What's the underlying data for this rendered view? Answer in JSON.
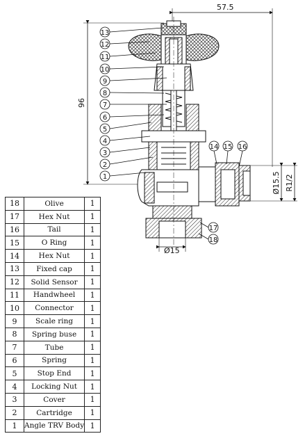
{
  "dimensions": {
    "width_top": "57.5",
    "height_left": "96",
    "thread_bore": "Ø15.5",
    "thread_spec": "R1/2",
    "outlet_bore": "Ø15"
  },
  "callouts": [
    "1",
    "2",
    "3",
    "4",
    "5",
    "6",
    "7",
    "8",
    "9",
    "10",
    "11",
    "12",
    "13",
    "14",
    "15",
    "16",
    "17",
    "18"
  ],
  "parts": [
    {
      "no": "18",
      "name": "Olive",
      "qty": "1"
    },
    {
      "no": "17",
      "name": "Hex Nut",
      "qty": "1"
    },
    {
      "no": "16",
      "name": "Tail",
      "qty": "1"
    },
    {
      "no": "15",
      "name": "O Ring",
      "qty": "1"
    },
    {
      "no": "14",
      "name": "Hex Nut",
      "qty": "1"
    },
    {
      "no": "13",
      "name": "Fixed cap",
      "qty": "1"
    },
    {
      "no": "12",
      "name": "Solid Sensor",
      "qty": "1"
    },
    {
      "no": "11",
      "name": "Handwheel",
      "qty": "1"
    },
    {
      "no": "10",
      "name": "Connector",
      "qty": "1"
    },
    {
      "no": "9",
      "name": "Scale ring",
      "qty": "1"
    },
    {
      "no": "8",
      "name": "Spring buse",
      "qty": "1"
    },
    {
      "no": "7",
      "name": "Tube",
      "qty": "1"
    },
    {
      "no": "6",
      "name": "Spring",
      "qty": "1"
    },
    {
      "no": "5",
      "name": "Stop End",
      "qty": "1"
    },
    {
      "no": "4",
      "name": "Locking Nut",
      "qty": "1"
    },
    {
      "no": "3",
      "name": "Cover",
      "qty": "1"
    },
    {
      "no": "2",
      "name": "Cartridge",
      "qty": "1"
    },
    {
      "no": "1",
      "name": "Angle TRV Body",
      "qty": "1"
    }
  ]
}
